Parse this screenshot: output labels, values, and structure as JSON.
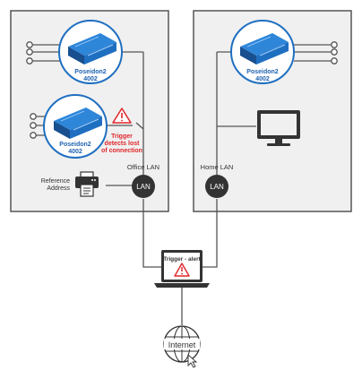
{
  "colors": {
    "panel_bg": "#f0f0f0",
    "panel_border": "#555555",
    "device_blue": "#1f6fc1",
    "label_blue": "#1f63b3",
    "alert_red": "#e0262b",
    "line": "#555555"
  },
  "office": {
    "device_top": {
      "name": "Poseidon2",
      "model": "4002"
    },
    "device_bottom": {
      "name": "Poseidon2",
      "model": "4002"
    },
    "trigger_text": [
      "Trigger",
      "detects lost",
      "of connection"
    ],
    "printer_label": [
      "Reference",
      "Address"
    ],
    "network_label": "Office LAN",
    "lan_label": "LAN"
  },
  "home": {
    "device": {
      "name": "Poseidon2",
      "model": "4002"
    },
    "network_label": "Home LAN",
    "lan_label": "LAN"
  },
  "laptop": {
    "label": "Trigger - alert"
  },
  "internet": {
    "label": "Internet"
  },
  "icons": [
    "warning-icon",
    "printer-icon",
    "monitor-icon",
    "laptop-icon",
    "globe-icon",
    "lan-node-icon",
    "device-icon"
  ]
}
